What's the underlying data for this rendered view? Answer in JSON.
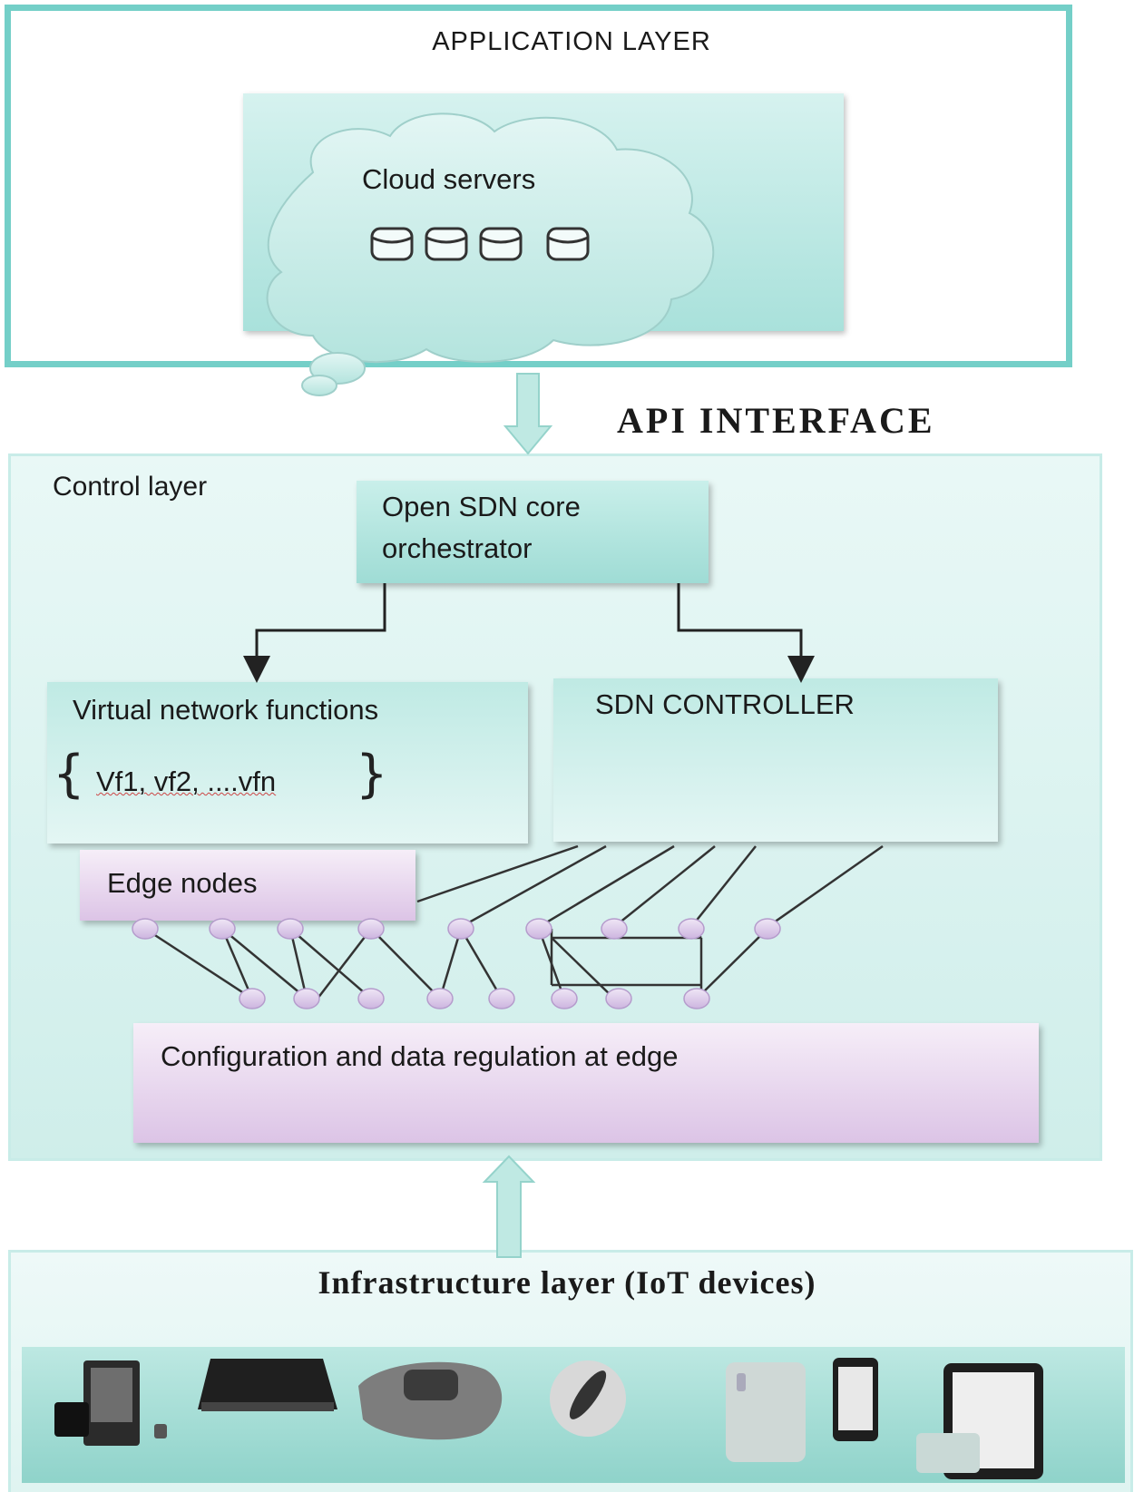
{
  "application_layer": {
    "title": "APPLICATION LAYER",
    "cloud_label": "Cloud servers",
    "server_icons": [
      "server-icon",
      "server-icon",
      "server-icon",
      "server-icon"
    ]
  },
  "api_interface": "API   INTERFACE",
  "control_layer": {
    "label": "Control layer",
    "orchestrator": {
      "line1": "Open SDN core",
      "line2": "orchestrator"
    },
    "vnf": {
      "title": "Virtual network functions",
      "set": "Vf1, vf2, ....vfn"
    },
    "sdn_controller": "SDN CONTROLLER",
    "edge_nodes": "Edge nodes",
    "configuration": "Configuration and data regulation at edge"
  },
  "infrastructure_layer": {
    "title": "Infrastructure layer (IoT devices)",
    "devices": [
      "smart-hub-icon",
      "smart-scale-icon",
      "wearable-band-icon",
      "smart-sphere-icon",
      "smart-phone-icon",
      "tablet-icon"
    ]
  },
  "colors": {
    "teal_border": "#74cfc8",
    "teal_fill": "#a9e1db",
    "purple_fill": "#dcc4e6",
    "node_fill": "#d8c4ea"
  }
}
